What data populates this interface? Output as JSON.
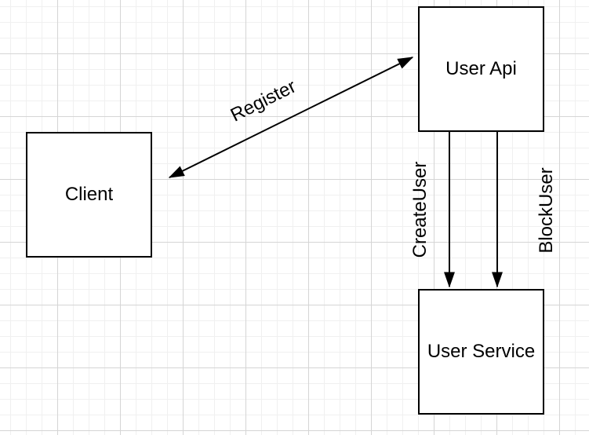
{
  "diagram": {
    "nodes": [
      {
        "id": "client",
        "label": "Client"
      },
      {
        "id": "user-api",
        "label": "User Api"
      },
      {
        "id": "user-service",
        "label": "User Service"
      }
    ],
    "edges": [
      {
        "id": "register",
        "label": "Register",
        "from": "client",
        "to": "user-api",
        "arrow": "bidirectional"
      },
      {
        "id": "create-user",
        "label": "CreateUser",
        "from": "user-api",
        "to": "user-service",
        "arrow": "one-way-down"
      },
      {
        "id": "block-user",
        "label": "BlockUser",
        "from": "user-api",
        "to": "user-service",
        "arrow": "one-way-down"
      }
    ],
    "colors": {
      "background": "#ffffff",
      "grid_minor": "#f0f0f0",
      "grid_major": "#d5d5d5",
      "node_fill": "#ffffff",
      "node_border": "#000000",
      "edge_stroke": "#000000",
      "text": "#000000"
    }
  }
}
